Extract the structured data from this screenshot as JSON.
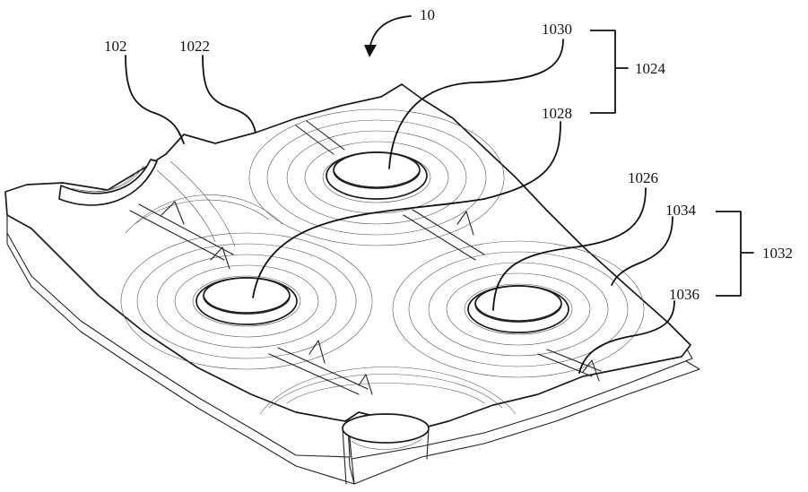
{
  "figure": {
    "ref_overall": "10",
    "labels": {
      "plate": "102",
      "surface": "1022",
      "group_top": "1024",
      "inner_wall_top": "1030",
      "rim_top": "1028",
      "hole_right": "1026",
      "group_right": "1032",
      "outer_right": "1034",
      "channel_right": "1036"
    }
  }
}
